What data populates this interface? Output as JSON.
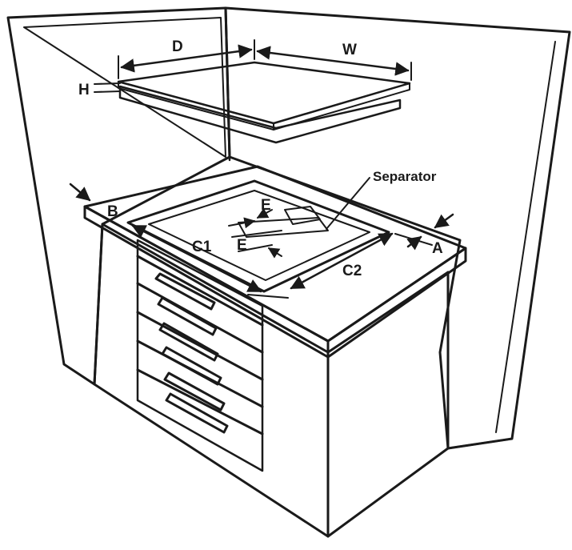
{
  "labels": {
    "depth": "D",
    "width": "W",
    "height": "H",
    "separator": "Separator",
    "edge_b": "B",
    "edge_a": "A",
    "cutout_c1": "C1",
    "cutout_c2": "C2",
    "separator_e_top": "E",
    "separator_e_bottom": "E"
  },
  "colors": {
    "line": "#1a1a1a",
    "wall": "#ffffff",
    "countertop_top": "#c9c9c9",
    "countertop_front": "#ffffff",
    "cooktop_top": "#bdbdbd",
    "cooktop_edge": "#f2f2f2",
    "separator_patch": "#9a9a9a",
    "cabinet": "#ffffff"
  }
}
